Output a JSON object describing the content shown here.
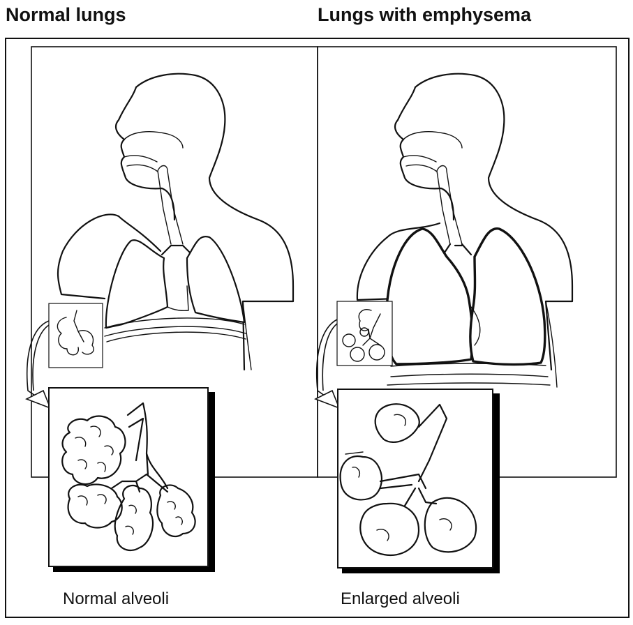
{
  "titles": {
    "normal": "Normal lungs",
    "emphysema": "Lungs with emphysema"
  },
  "captions": {
    "normal": "Normal alveoli",
    "emphysema": "Enlarged alveoli"
  },
  "colors": {
    "line": "#111111",
    "background": "#ffffff",
    "shadow": "#000000"
  }
}
